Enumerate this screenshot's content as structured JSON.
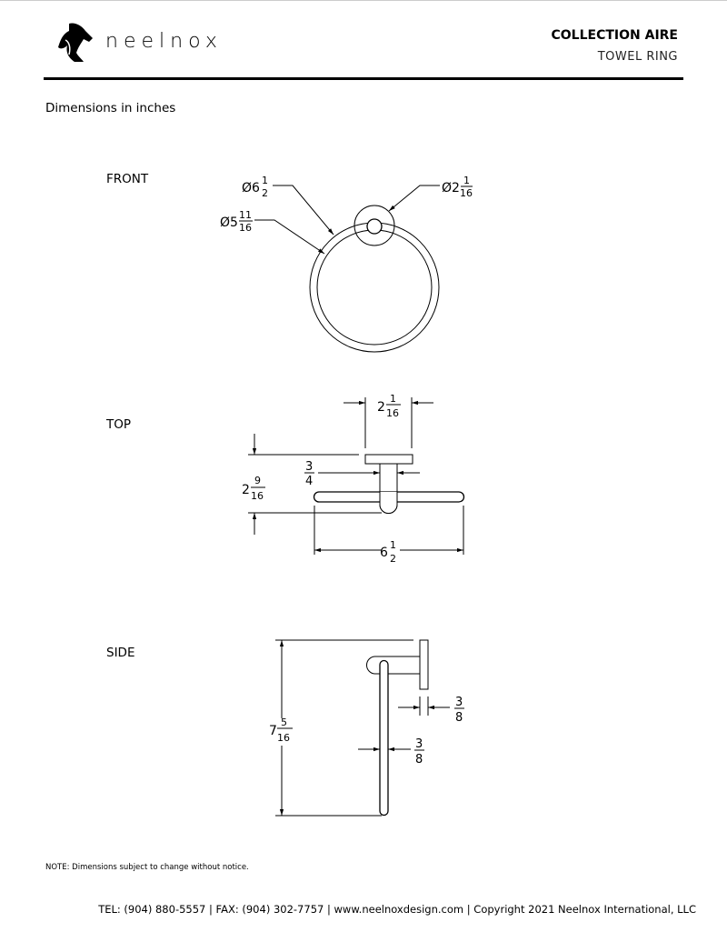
{
  "header": {
    "brand": "neelnox",
    "collection": "COLLECTION AIRE",
    "product": "TOWEL RING"
  },
  "units_note": "Dimensions in inches",
  "views": {
    "front": {
      "label": "FRONT",
      "dims": {
        "outer_dia": {
          "prefix": "Ø6",
          "num": "1",
          "den": "2"
        },
        "mount_dia": {
          "prefix": "Ø2",
          "num": "1",
          "den": "16"
        },
        "inner_dia": {
          "prefix": "Ø5",
          "num": "11",
          "den": "16"
        }
      }
    },
    "top": {
      "label": "TOP",
      "dims": {
        "mount_width": {
          "prefix": "2",
          "num": "1",
          "den": "16"
        },
        "post_width": {
          "prefix": "",
          "num": "3",
          "den": "4"
        },
        "projection": {
          "prefix": "2",
          "num": "9",
          "den": "16"
        },
        "ring_width": {
          "prefix": "6",
          "num": "1",
          "den": "2"
        }
      }
    },
    "side": {
      "label": "SIDE",
      "dims": {
        "height": {
          "prefix": "7",
          "num": "5",
          "den": "16"
        },
        "plate_thickness": {
          "prefix": "",
          "num": "3",
          "den": "8"
        },
        "rod_thickness": {
          "prefix": "",
          "num": "3",
          "den": "8"
        }
      }
    }
  },
  "note": "NOTE: Dimensions subject to change without notice.",
  "footer": "TEL: (904) 880-5557 | FAX: (904) 302-7757 | www.neelnoxdesign.com | Copyright 2021 Neelnox International, LLC"
}
